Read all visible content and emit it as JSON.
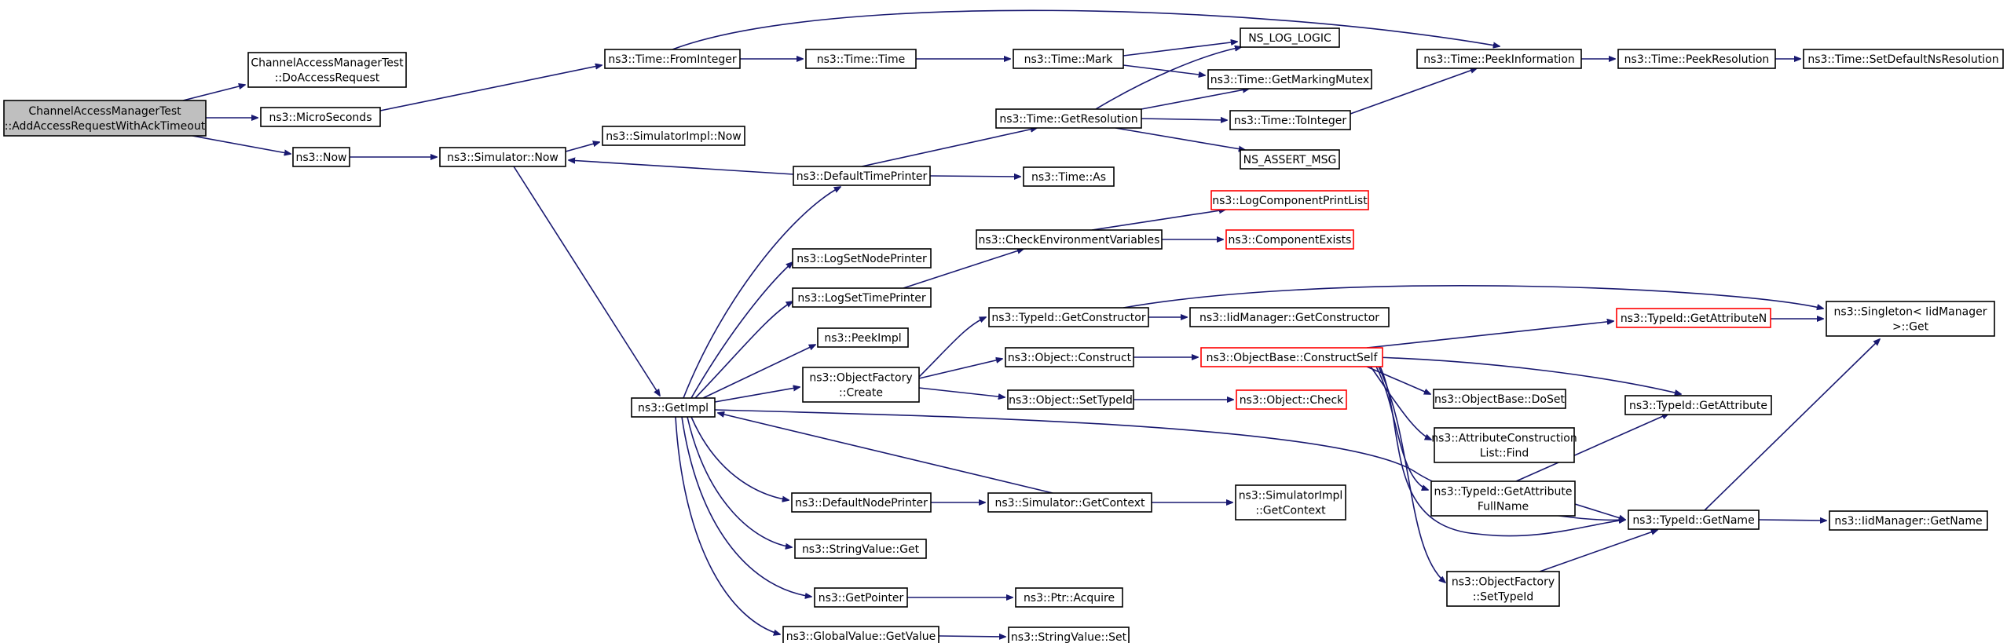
{
  "colors": {
    "edge": "#191970",
    "border": "#000000",
    "red_border": "#ff0000",
    "root_fill": "#bfbfbf",
    "background": "#ffffff"
  },
  "nodes": [
    {
      "id": "root",
      "lines": [
        "ChannelAccessManagerTest",
        "::AddAccessRequestWithAckTimeout"
      ],
      "style": "root"
    },
    {
      "id": "doaccess",
      "lines": [
        "ChannelAccessManagerTest",
        "::DoAccessRequest"
      ],
      "style": "normal"
    },
    {
      "id": "micro",
      "lines": [
        "ns3::MicroSeconds"
      ],
      "style": "normal"
    },
    {
      "id": "now",
      "lines": [
        "ns3::Now"
      ],
      "style": "normal"
    },
    {
      "id": "fromint",
      "lines": [
        "ns3::Time::FromInteger"
      ],
      "style": "normal"
    },
    {
      "id": "timetime",
      "lines": [
        "ns3::Time::Time"
      ],
      "style": "normal"
    },
    {
      "id": "mark",
      "lines": [
        "ns3::Time::Mark"
      ],
      "style": "normal"
    },
    {
      "id": "loglogic",
      "lines": [
        "NS_LOG_LOGIC"
      ],
      "style": "normal"
    },
    {
      "id": "markmutex",
      "lines": [
        "ns3::Time::GetMarkingMutex"
      ],
      "style": "normal"
    },
    {
      "id": "peekinfo",
      "lines": [
        "ns3::Time::PeekInformation"
      ],
      "style": "normal"
    },
    {
      "id": "peekres",
      "lines": [
        "ns3::Time::PeekResolution"
      ],
      "style": "normal"
    },
    {
      "id": "setdefres",
      "lines": [
        "ns3::Time::SetDefaultNsResolution"
      ],
      "style": "normal"
    },
    {
      "id": "getres",
      "lines": [
        "ns3::Time::GetResolution"
      ],
      "style": "normal"
    },
    {
      "id": "toint",
      "lines": [
        "ns3::Time::ToInteger"
      ],
      "style": "normal"
    },
    {
      "id": "assertmsg",
      "lines": [
        "NS_ASSERT_MSG"
      ],
      "style": "normal"
    },
    {
      "id": "simimplnow",
      "lines": [
        "ns3::SimulatorImpl::Now"
      ],
      "style": "normal"
    },
    {
      "id": "simnow",
      "lines": [
        "ns3::Simulator::Now"
      ],
      "style": "normal"
    },
    {
      "id": "deftp",
      "lines": [
        "ns3::DefaultTimePrinter"
      ],
      "style": "normal"
    },
    {
      "id": "timeas",
      "lines": [
        "ns3::Time::As"
      ],
      "style": "normal"
    },
    {
      "id": "checkenv",
      "lines": [
        "ns3::CheckEnvironmentVariables"
      ],
      "style": "normal"
    },
    {
      "id": "logcpl",
      "lines": [
        "ns3::LogComponentPrintList"
      ],
      "style": "red"
    },
    {
      "id": "compexists",
      "lines": [
        "ns3::ComponentExists"
      ],
      "style": "red"
    },
    {
      "id": "logsetnode",
      "lines": [
        "ns3::LogSetNodePrinter"
      ],
      "style": "normal"
    },
    {
      "id": "logsettime",
      "lines": [
        "ns3::LogSetTimePrinter"
      ],
      "style": "normal"
    },
    {
      "id": "peekimpl",
      "lines": [
        "ns3::PeekImpl"
      ],
      "style": "normal"
    },
    {
      "id": "objfactcreate",
      "lines": [
        "ns3::ObjectFactory",
        "::Create"
      ],
      "style": "normal"
    },
    {
      "id": "getimpl",
      "lines": [
        "ns3::GetImpl"
      ],
      "style": "normal"
    },
    {
      "id": "tidgetctor",
      "lines": [
        "ns3::TypeId::GetConstructor"
      ],
      "style": "normal"
    },
    {
      "id": "iidgetctor",
      "lines": [
        "ns3::IidManager::GetConstructor"
      ],
      "style": "normal"
    },
    {
      "id": "singleton",
      "lines": [
        "ns3::Singleton< IidManager",
        " >::Get"
      ],
      "style": "normal"
    },
    {
      "id": "objconstruct",
      "lines": [
        "ns3::Object::Construct"
      ],
      "style": "normal"
    },
    {
      "id": "constructself",
      "lines": [
        "ns3::ObjectBase::ConstructSelf"
      ],
      "style": "red"
    },
    {
      "id": "getattrn",
      "lines": [
        "ns3::TypeId::GetAttributeN"
      ],
      "style": "red"
    },
    {
      "id": "setimpl",
      "lines": [
        "ns3::Object::SetTypeId"
      ],
      "style": "normal"
    },
    {
      "id": "objcheck",
      "lines": [
        "ns3::Object::Check"
      ],
      "style": "red"
    },
    {
      "id": "doset",
      "lines": [
        "ns3::ObjectBase::DoSet"
      ],
      "style": "normal"
    },
    {
      "id": "getattr",
      "lines": [
        "ns3::TypeId::GetAttribute"
      ],
      "style": "normal"
    },
    {
      "id": "acfind",
      "lines": [
        "ns3::AttributeConstruction",
        "List::Find"
      ],
      "style": "normal"
    },
    {
      "id": "defnodep",
      "lines": [
        "ns3::DefaultNodePrinter"
      ],
      "style": "normal"
    },
    {
      "id": "simgetctx",
      "lines": [
        "ns3::Simulator::GetContext"
      ],
      "style": "normal"
    },
    {
      "id": "simimplctx",
      "lines": [
        "ns3::SimulatorImpl",
        "::GetContext"
      ],
      "style": "normal"
    },
    {
      "id": "attrfull",
      "lines": [
        "ns3::TypeId::GetAttribute",
        "FullName"
      ],
      "style": "normal"
    },
    {
      "id": "getname",
      "lines": [
        "ns3::TypeId::GetName"
      ],
      "style": "normal"
    },
    {
      "id": "iidgetname",
      "lines": [
        "ns3::IidManager::GetName"
      ],
      "style": "normal"
    },
    {
      "id": "strvalget",
      "lines": [
        "ns3::StringValue::Get"
      ],
      "style": "normal"
    },
    {
      "id": "objfacttid",
      "lines": [
        "ns3::ObjectFactory",
        "::SetTypeId"
      ],
      "style": "normal"
    },
    {
      "id": "getpointer",
      "lines": [
        "ns3::GetPointer"
      ],
      "style": "normal"
    },
    {
      "id": "ptracquire",
      "lines": [
        "ns3::Ptr::Acquire"
      ],
      "style": "normal"
    },
    {
      "id": "gvgetvalue",
      "lines": [
        "ns3::GlobalValue::GetValue"
      ],
      "style": "normal"
    },
    {
      "id": "strvalset",
      "lines": [
        "ns3::StringValue::Set"
      ],
      "style": "normal"
    }
  ]
}
